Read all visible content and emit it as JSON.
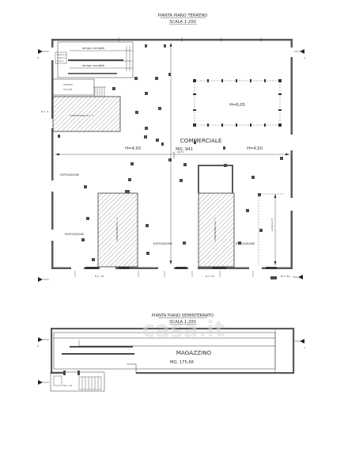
{
  "ground_floor": {
    "title": "PIANTA PIANO TERRENO",
    "scale": "SCALA 1:200",
    "ramp_1": "rampa carrabile",
    "ramp_2": "rampa carrabile",
    "small_note_1": "centro e",
    "small_note_2": "scarico",
    "small_note_3": "merci",
    "office_label": "UFFICIO",
    "office_height": "H=4,00",
    "hatched_1": "CONDOMINIO N.C. 3",
    "hatched_2": "CONDOMINIO N.C. 6",
    "hatched_3": "CONDOMINIO N.C. 7",
    "upper_height": "H=6,05",
    "room_name": "COMMERCIALE",
    "room_area": "MQ. 941",
    "height_left": "H=4,50",
    "height_right": "H=4,50",
    "dim_horizontal": "30,72",
    "dim_vertical": "36,95",
    "dim_right": "portone 45",
    "expo_1": "ESPOSIZIONE",
    "expo_2": "ESPOSIZIONE",
    "expo_3": "ESPOSIZIONE",
    "expo_4": "ESPOSIZIONE",
    "side_label": "N.C. 3",
    "bottom_1": "N.C. 78",
    "bottom_2": "N.C. 81",
    "bottom_3": "N.C. 8/A",
    "section_mark": "A"
  },
  "basement": {
    "title": "PIANTA PIANO SEMINTERRATO",
    "scale": "SCALA 1:200",
    "room_name": "MAGAZZINO",
    "room_area": "MQ. 175,66",
    "bottom_1": "N.C. 52",
    "section_mark": "A"
  },
  "watermark": "casa.it"
}
